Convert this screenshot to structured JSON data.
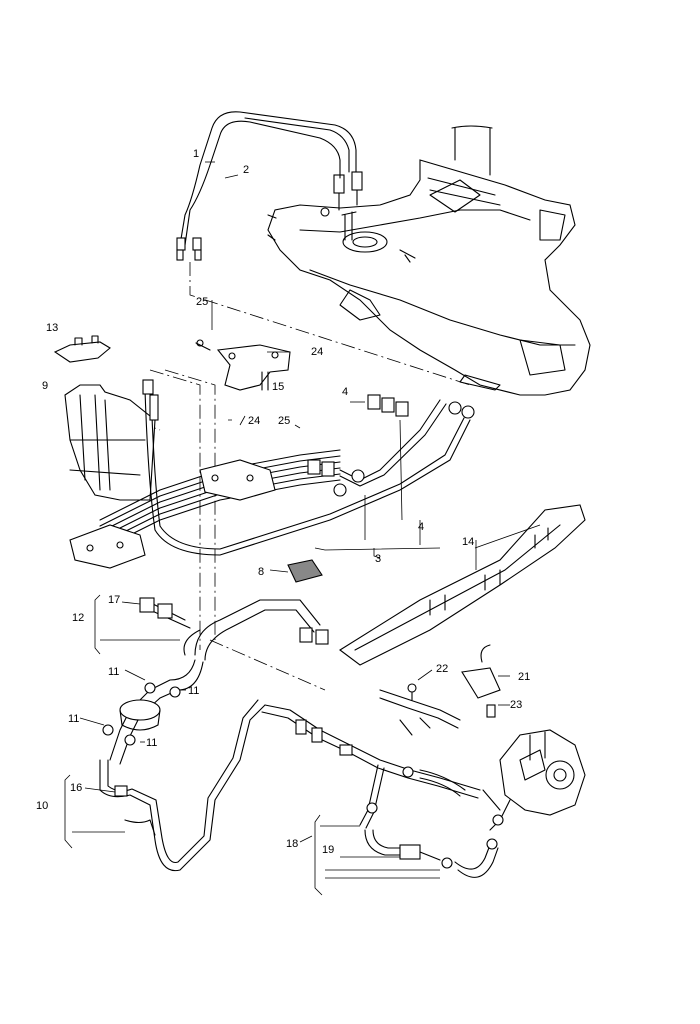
{
  "labels": {
    "l1": "1",
    "l2": "2",
    "l25a": "25",
    "l25b": "25",
    "l24a": "24",
    "l24b": "24",
    "l13": "13",
    "l9": "9",
    "l15": "15",
    "l4a": "4",
    "l4b": "4",
    "l3": "3",
    "l14": "14",
    "l8": "8",
    "l17": "17",
    "l12": "12",
    "l11a": "11",
    "l11b": "11",
    "l11c": "11",
    "l11d": "11",
    "l22": "22",
    "l21": "21",
    "l23": "23",
    "l10": "10",
    "l16": "16",
    "l18": "18",
    "l19": "19"
  }
}
